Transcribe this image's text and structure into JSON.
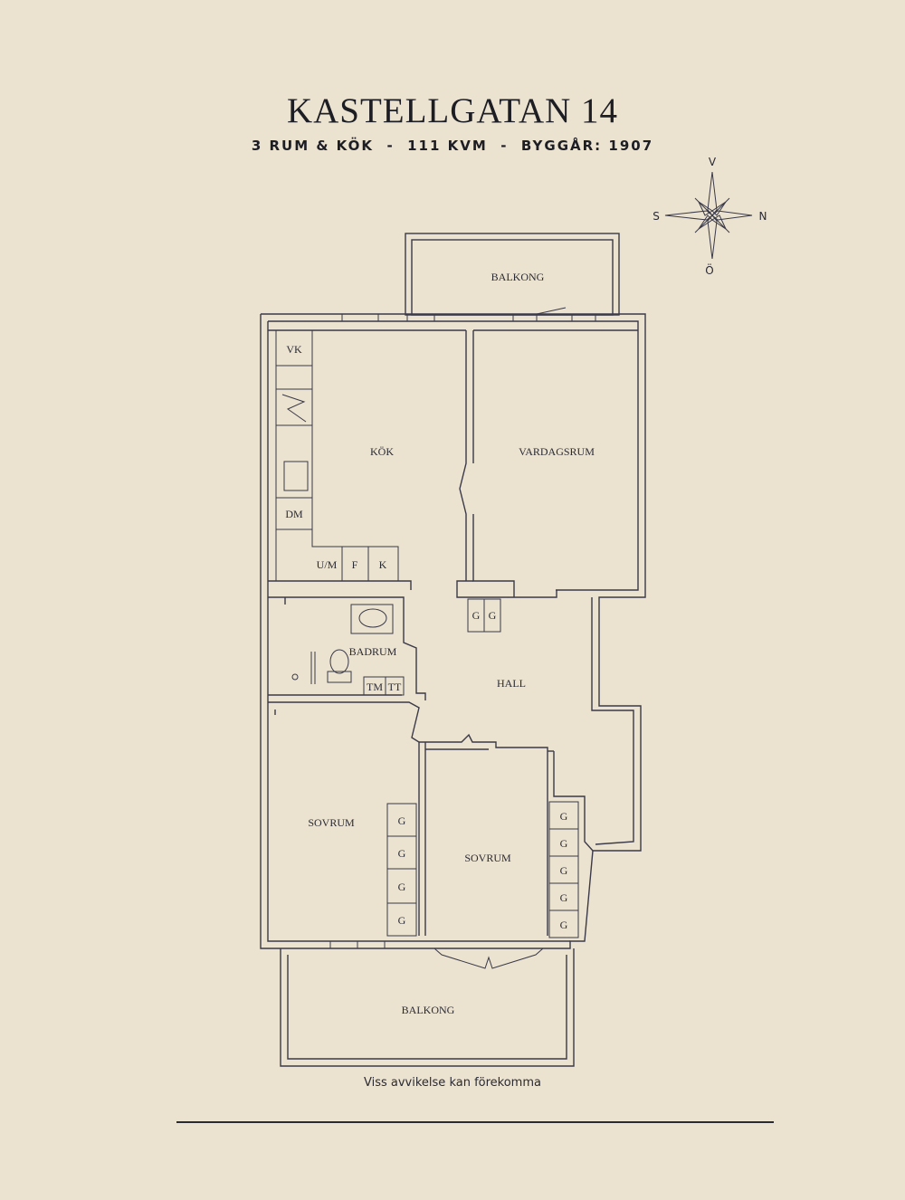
{
  "header": {
    "title": "KASTELLGATAN 14",
    "subtitle": "3 RUM & KÖK  -  111 KVM  -  BYGGÅR: 1907"
  },
  "compass": {
    "north": "N",
    "south": "S",
    "west": "V",
    "east": "Ö"
  },
  "rooms": {
    "balcony_top": "BALKONG",
    "kitchen": "KÖK",
    "living_room": "VARDAGSRUM",
    "bathroom": "BADRUM",
    "hall": "HALL",
    "bedroom_left": "SOVRUM",
    "bedroom_right": "SOVRUM",
    "balcony_bottom": "BALKONG"
  },
  "fixtures": {
    "vk": "VK",
    "dm": "DM",
    "um": "U/M",
    "f": "F",
    "k": "K",
    "tm": "TM",
    "tt": "TT",
    "wardrobe": "G"
  },
  "footer": {
    "disclaimer": "Viss avvikelse kan förekomma"
  },
  "colors": {
    "background": "#ebe2d0",
    "ink": "#2a2a33"
  }
}
